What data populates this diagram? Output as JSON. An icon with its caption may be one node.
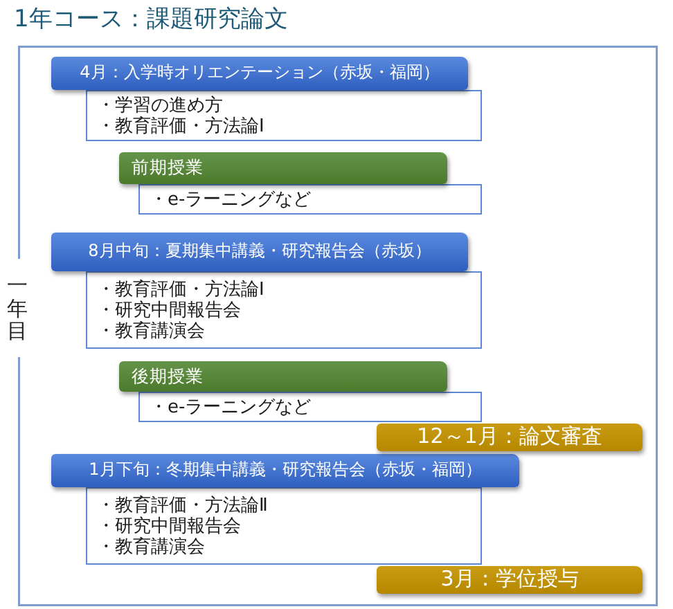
{
  "diagram": {
    "title": "1年コース：課題研究論文",
    "nodes": [
      {
        "text": [],
        "shape": "box",
        "beside": [
          "一年目"
        ]
      },
      {
        "text": [
          "4月：入学時オリエンテーション（赤坂・福岡）"
        ],
        "in": 0
      },
      {
        "text": [
          "・学習の進め方",
          "・教育評価・方法論Ⅰ"
        ],
        "in": 0
      },
      {
        "text": [
          "前期授業"
        ],
        "in": 0
      },
      {
        "text": [
          "・e-ラーニングなど"
        ],
        "in": 0
      },
      {
        "text": [
          "8月中旬：夏期集中講義・研究報告会（赤坂）"
        ],
        "in": 0
      },
      {
        "text": [
          "・教育評価・方法論Ⅰ",
          "・研究中間報告会",
          "・教育講演会"
        ],
        "in": 0
      },
      {
        "text": [
          "後期授業"
        ],
        "in": 0
      },
      {
        "text": [
          "・e-ラーニングなど"
        ],
        "in": 0
      },
      {
        "text": [
          "12～1月：論文審査"
        ],
        "in": 0
      },
      {
        "text": [
          "1月下旬：冬期集中講義・研究報告会（赤坂・福岡）"
        ],
        "in": 0
      },
      {
        "text": [
          "・教育評価・方法論Ⅱ",
          "・研究中間報告会",
          "・教育講演会"
        ],
        "in": 0
      },
      {
        "text": [
          "3月：学位授与"
        ],
        "in": 0
      }
    ]
  }
}
